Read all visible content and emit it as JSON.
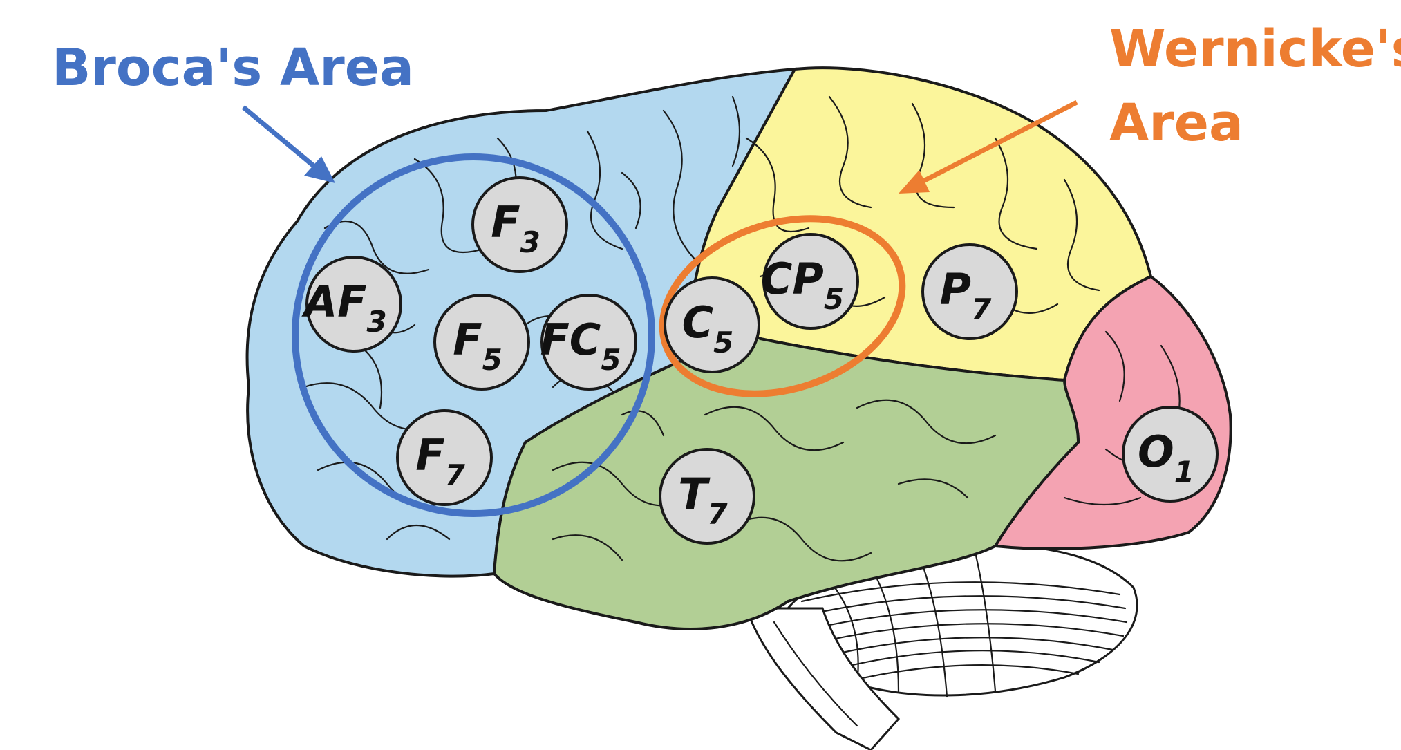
{
  "labels": {
    "broca": "Broca's Area",
    "wernicke_line1": "Wernicke's",
    "wernicke_line2": "Area"
  },
  "colors": {
    "broca_accent": "#4472c4",
    "wernicke_accent": "#ed7d31",
    "frontal_lobe": "#b3d8ef",
    "parietal_lobe": "#fbf59b",
    "temporal_lobe": "#b2cf95",
    "occipital_lobe": "#f4a3b2",
    "electrode_fill": "#d9d9d9"
  },
  "electrodes": [
    {
      "id": "AF3",
      "main": "AF",
      "sub": "3"
    },
    {
      "id": "F3",
      "main": "F",
      "sub": "3"
    },
    {
      "id": "F5",
      "main": "F",
      "sub": "5"
    },
    {
      "id": "FC5",
      "main": "FC",
      "sub": "5"
    },
    {
      "id": "F7",
      "main": "F",
      "sub": "7"
    },
    {
      "id": "C5",
      "main": "C",
      "sub": "5"
    },
    {
      "id": "CP5",
      "main": "CP",
      "sub": "5"
    },
    {
      "id": "P7",
      "main": "P",
      "sub": "7"
    },
    {
      "id": "T7",
      "main": "T",
      "sub": "7"
    },
    {
      "id": "O1",
      "main": "O",
      "sub": "1"
    }
  ]
}
